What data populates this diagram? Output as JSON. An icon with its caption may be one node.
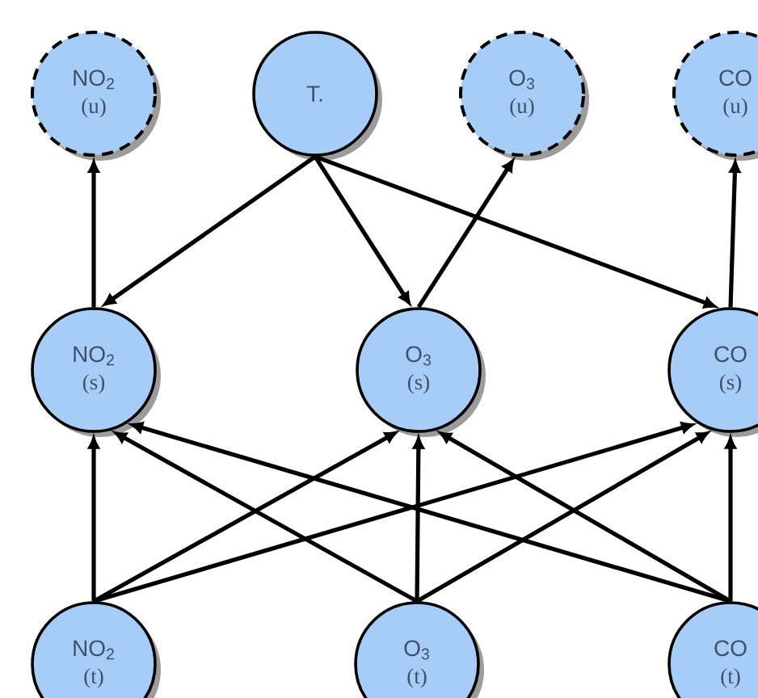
{
  "diagram": {
    "nodes": [
      {
        "text": [
          "NO$_{2}$",
          "(u)"
        ]
      },
      {
        "text": [
          "T."
        ]
      },
      {
        "text": [
          "O$_{3}$",
          "(u)"
        ]
      },
      {
        "text": [
          "CO",
          "(u)"
        ]
      },
      {
        "text": [
          "NO$_{2}$",
          "(s)"
        ]
      },
      {
        "text": [
          "O$_{3}$",
          "(s)"
        ]
      },
      {
        "text": [
          "CO",
          "(s)"
        ]
      },
      {
        "text": [
          "NO$_{2}$",
          "(t)"
        ]
      },
      {
        "text": [
          "O$_{3}$",
          "(t)"
        ]
      },
      {
        "text": [
          "CO",
          "(t)"
        ]
      }
    ],
    "edges": [
      {
        "from": 4,
        "to": 0,
        "arrow": "to"
      },
      {
        "from": 1,
        "to": 4,
        "arrow": "to"
      },
      {
        "from": 1,
        "to": 5,
        "arrow": "to"
      },
      {
        "from": 1,
        "to": 6,
        "arrow": "to"
      },
      {
        "from": 5,
        "to": 2,
        "arrow": "to"
      },
      {
        "from": 6,
        "to": 3,
        "arrow": "to"
      },
      {
        "from": 7,
        "to": 4,
        "arrow": "to"
      },
      {
        "from": 7,
        "to": 5,
        "arrow": "to"
      },
      {
        "from": 7,
        "to": 6,
        "arrow": "to"
      },
      {
        "from": 8,
        "to": 4,
        "arrow": "to"
      },
      {
        "from": 8,
        "to": 5,
        "arrow": "to"
      },
      {
        "from": 8,
        "to": 6,
        "arrow": "to"
      },
      {
        "from": 9,
        "to": 4,
        "arrow": "to"
      },
      {
        "from": 9,
        "to": 5,
        "arrow": "to"
      },
      {
        "from": 9,
        "to": 6,
        "arrow": "to"
      }
    ]
  }
}
